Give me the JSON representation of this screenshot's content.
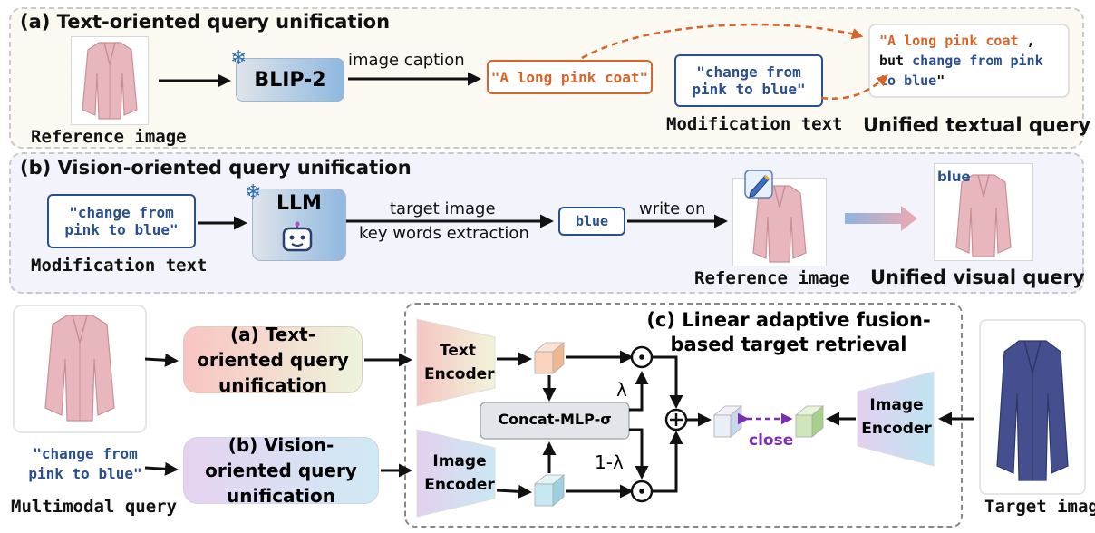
{
  "panel_a": {
    "title": "(a) Text-oriented query unification",
    "reference_caption": "Reference image",
    "blip_label": "BLIP-2",
    "arrow_label": "image caption",
    "caption_text": "\"A long pink coat\"",
    "modification_text": "\"change from pink to blue\"",
    "modification_caption": "Modification text",
    "unified_part1": "\"A long pink coat",
    "unified_comma": " ,",
    "unified_but": "but",
    "unified_change": "change from pink to blue",
    "unified_end": "\"",
    "unified_caption": "Unified textual query"
  },
  "panel_b": {
    "title": "(b) Vision-oriented query unification",
    "modification_text": "\"change from pink to blue\"",
    "modification_caption": "Modification text",
    "llm_label": "LLM",
    "arrow_label_1": "target image",
    "arrow_label_2": "key words extraction",
    "keyword": "blue",
    "write_label": "write on",
    "reference_caption": "Reference image",
    "overlay_word": "blue",
    "unified_caption": "Unified visual query"
  },
  "panel_c": {
    "query_text": "\"change from pink to blue\"",
    "query_caption": "Multimodal query",
    "text_unif_box": "(a) Text-oriented query unification",
    "vision_unif_box": "(b) Vision-oriented query unification",
    "text_encoder": "Text Encoder",
    "image_encoder": "Image Encoder",
    "mlp_label": "Concat-MLP-σ",
    "lambda": "λ",
    "one_minus_lambda": "1-λ",
    "fusion_title": "(c) Linear adaptive fusion-based target retrieval",
    "close_label": "close",
    "target_encoder": "Image Encoder",
    "target_caption": "Target image"
  },
  "colors": {
    "accent_orange": "#d8642a",
    "accent_blue": "#2a4f8f",
    "accent_purple": "#7b2fb6",
    "pink_coat": "#e4b2b8",
    "blue_coat": "#414f8e"
  }
}
